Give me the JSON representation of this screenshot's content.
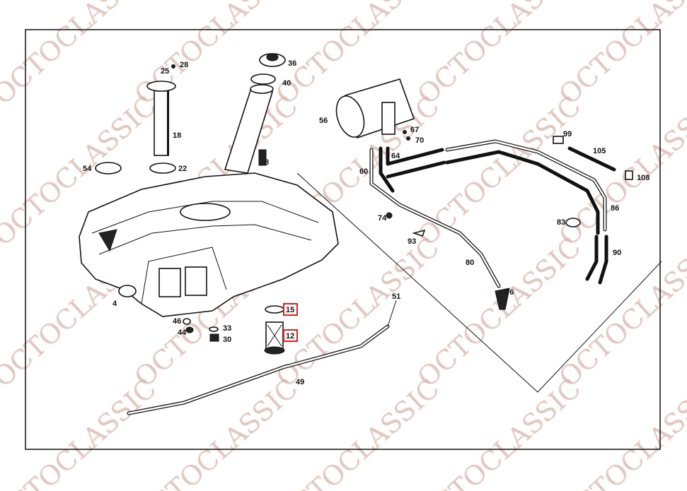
{
  "watermark": "OCTOCLASSIC",
  "highlight_color": "#e0201a",
  "labels": [
    "28",
    "25",
    "36",
    "40",
    "18",
    "54",
    "22",
    "56",
    "67",
    "70",
    "64",
    "60",
    "99",
    "105",
    "108",
    "8",
    "74",
    "93",
    "83",
    "86",
    "90",
    "80",
    "76",
    "4",
    "15",
    "12",
    "46",
    "44",
    "33",
    "30",
    "51",
    "49"
  ],
  "highlighted_parts": [
    "15",
    "12"
  ]
}
